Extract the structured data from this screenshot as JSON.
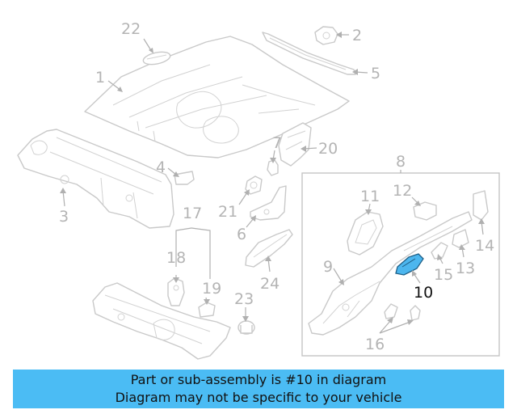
{
  "diagram": {
    "callouts": [
      "1",
      "2",
      "3",
      "4",
      "5",
      "6",
      "7",
      "8",
      "9",
      "10",
      "11",
      "12",
      "13",
      "14",
      "15",
      "16",
      "17",
      "18",
      "19",
      "20",
      "21",
      "22",
      "23",
      "24"
    ],
    "highlighted_part": "10",
    "highlight_color": "#4cb6ee"
  },
  "banner": {
    "line1": "Part or sub-assembly is #10 in diagram",
    "line2": "Diagram may not be specific to your vehicle",
    "background": "#4bbcf4"
  }
}
